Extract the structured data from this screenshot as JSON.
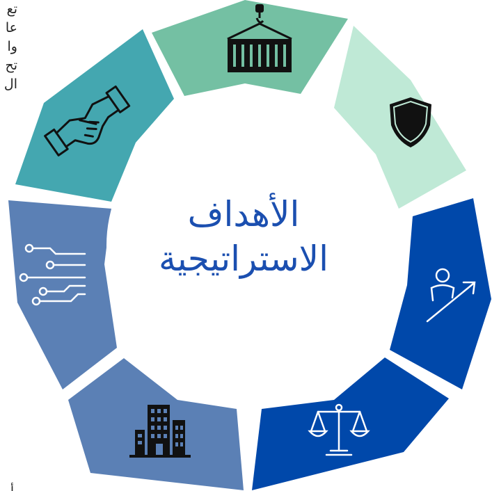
{
  "center_title": {
    "line1": "الأهداف",
    "line2": "الاستراتيجية"
  },
  "side_text_fragments": [
    "تع",
    "عا",
    "وا",
    "تح",
    "ال"
  ],
  "bottom_fragment": "أ",
  "segments": [
    {
      "name": "shipping-segment",
      "color": "#74c0a3",
      "icon": "crane-container-icon"
    },
    {
      "name": "security-segment",
      "color": "#bfe9d6",
      "icon": "shield-icon"
    },
    {
      "name": "growth-segment",
      "color": "#0048aa",
      "icon": "person-growth-arrow-icon"
    },
    {
      "name": "justice-segment",
      "color": "#0048aa",
      "icon": "scales-of-justice-icon"
    },
    {
      "name": "buildings-segment",
      "color": "#5b80b5",
      "icon": "office-buildings-icon"
    },
    {
      "name": "technology-segment",
      "color": "#5b80b5",
      "icon": "circuit-network-icon"
    },
    {
      "name": "partnership-segment",
      "color": "#44a7b0",
      "icon": "handshake-icon"
    }
  ]
}
